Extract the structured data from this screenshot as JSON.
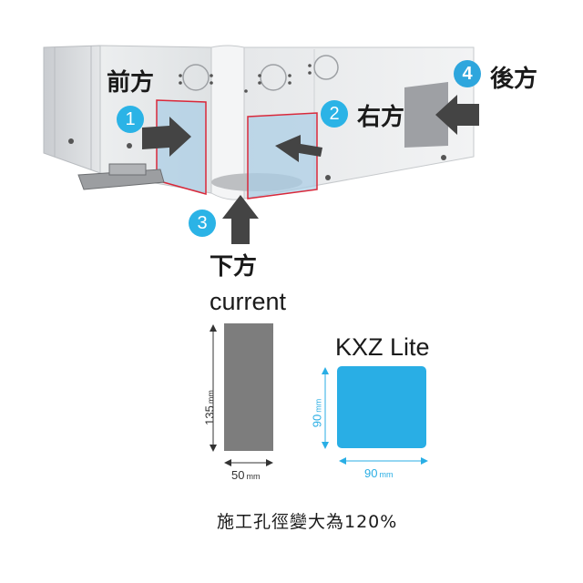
{
  "labels": {
    "front": "前方",
    "right": "右方",
    "bottom": "下方",
    "back": "後方"
  },
  "markers": [
    "1",
    "2",
    "3",
    "4"
  ],
  "comparison": {
    "current_title": "current",
    "current_height": "135",
    "current_width": "50",
    "lite_title": "KXZ Lite",
    "lite_height": "90",
    "lite_width": "90",
    "unit": "mm"
  },
  "caption": "施工孔徑變大為120%",
  "colors": {
    "accent_blue": "#2bb3e6",
    "current_gray": "#7d7d7d",
    "lite_blue": "#29aee5",
    "outline_red": "#d9283a"
  }
}
